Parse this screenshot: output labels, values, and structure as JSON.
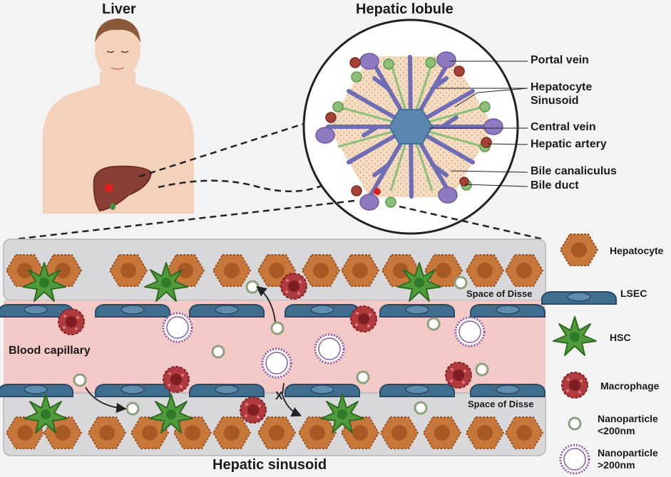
{
  "titles": {
    "liver": "Liver",
    "hepatic_lobule": "Hepatic lobule",
    "hepatic_sinusoid": "Hepatic sinusoid"
  },
  "lobule_labels": [
    "Portal vein",
    "Hepatocyte",
    "Sinusoid",
    "Central vein",
    "Hepatic artery",
    "Bile canaliculus",
    "Bile duct"
  ],
  "sinusoid_labels": {
    "space_of_disse_top": "Space of Disse",
    "space_of_disse_bottom": "Space of Disse",
    "blood_capillary": "Blood capillary",
    "blocked_marker": "X"
  },
  "legend": [
    {
      "icon": "hepatocyte-icon",
      "label": "Hepatocyte"
    },
    {
      "icon": "lsec-icon",
      "label": "LSEC"
    },
    {
      "icon": "hsc-icon",
      "label": "HSC"
    },
    {
      "icon": "macrophage-icon",
      "label": "Macrophage"
    },
    {
      "icon": "small-nanoparticle-icon",
      "label": "Nanoparticle\n<200nm"
    },
    {
      "icon": "large-nanoparticle-icon",
      "label": "Nanoparticle\n>200nm"
    }
  ],
  "colors": {
    "hepatocyte": "#c8773a",
    "hepatocyte_nucleus": "#a85a24",
    "lsec": "#3f6e8f",
    "hsc": "#4f9a3a",
    "macrophage": "#b13a3f",
    "capillary": "#f3c9c7",
    "disse": "#d8d8da",
    "portal_vein": "#8e7ac0",
    "central_vein": "#5a86b0",
    "bile": "#8cbf7a",
    "artery": "#a64235",
    "skin": "#f4d1bb"
  }
}
